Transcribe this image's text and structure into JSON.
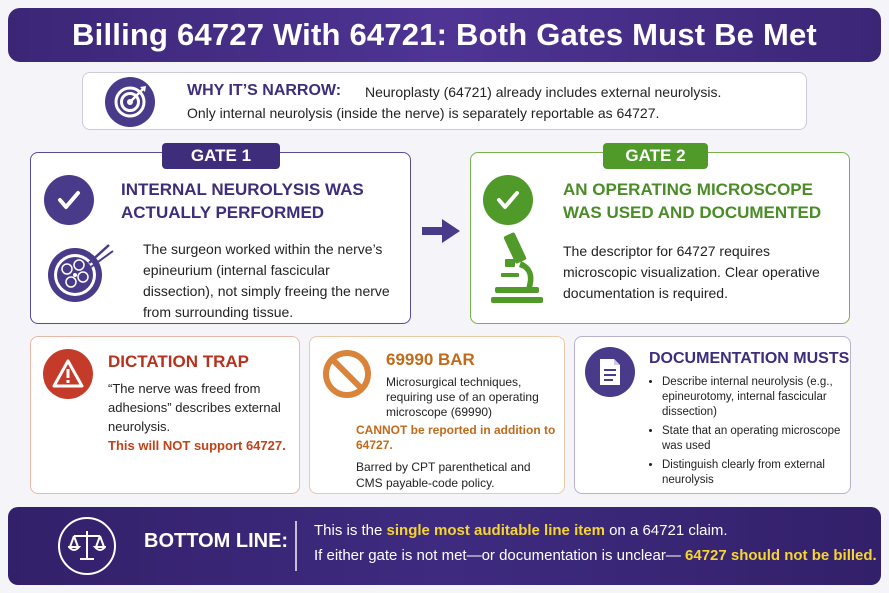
{
  "title": "Billing 64727 With 64721: Both Gates Must Be Met",
  "why": {
    "icon": "target-icon",
    "heading": "WHY IT’S NARROW:",
    "line1": "Neuroplasty (64721) already includes external neurolysis.",
    "line2": "Only internal neurolysis (inside the nerve) is separately reportable as 64727."
  },
  "gate1": {
    "label": "GATE 1",
    "title_line1": "INTERNAL NEUROLYSIS WAS",
    "title_line2": "ACTUALLY PERFORMED",
    "body": "The surgeon worked within the nerve’s epineurium (internal fascicular dissection), not simply freeing the nerve from surrounding tissue.",
    "color": "#3e2d7a"
  },
  "gate2": {
    "label": "GATE 2",
    "title_line1": "AN OPERATING MICROSCOPE",
    "title_line2": "WAS USED AND DOCUMENTED",
    "body": "The descriptor for 64727 requires microscopic visualization. Clear operative documentation is required.",
    "color": "#4f9a28"
  },
  "trap": {
    "title": "DICTATION TRAP",
    "body": "“The nerve was freed from adhesions” describes external neurolysis.",
    "warning": "This will NOT support 64727."
  },
  "bar": {
    "title": "69990 BAR",
    "body": "Microsurgical techniques, requiring use of an operating microscope (69990)",
    "warning": "CANNOT be reported in addition to 64727.",
    "footer": "Barred by CPT parenthetical and CMS payable-code policy."
  },
  "docs": {
    "title": "DOCUMENTATION MUSTS",
    "items": [
      "Describe internal neurolysis (e.g., epineurotomy, internal fascicular dissection)",
      "State that an operating microscope was used",
      "Distinguish clearly from external neurolysis"
    ]
  },
  "bottom": {
    "heading": "BOTTOM LINE:",
    "line1_pre": "This is the ",
    "line1_hl": "single most auditable line item",
    "line1_post": " on a 64721 claim.",
    "line2_pre": "If either gate is not met—or documentation is unclear— ",
    "line2_hl": "64727 should not be billed.",
    "highlight_color": "#f6d531"
  }
}
